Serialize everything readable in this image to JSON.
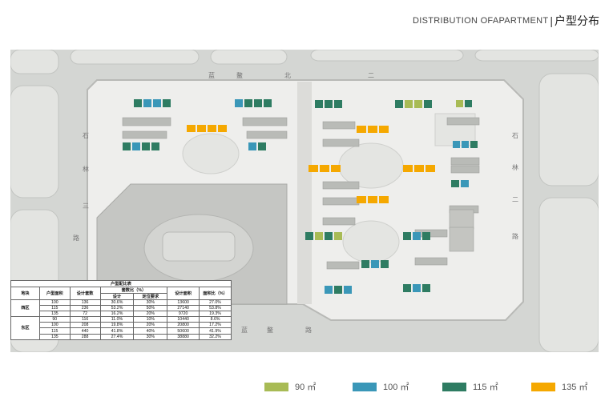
{
  "header": {
    "title_en": "DISTRIBUTION OFAPARTMENT",
    "separator": "|",
    "title_cn": "户型分布"
  },
  "map": {
    "road_labels": [
      "石",
      "林",
      "三",
      "路",
      "蓝",
      "鳌",
      "北",
      "二",
      "石",
      "林",
      "二",
      "路",
      "蓝",
      "鳌",
      "路"
    ],
    "unit_colors": {
      "u90": "#a8bb55",
      "u100": "#3a97b8",
      "u115": "#2e7c62",
      "u135": "#f5a800"
    }
  },
  "table": {
    "caption": "户型配比表",
    "ratio_group": "套数比（%）",
    "headers": {
      "zone": "地块",
      "unit_area": "户型面积",
      "design_count": "设计套数",
      "design_ratio": "设计",
      "target_ratio": "定位要求",
      "design_area": "设计面积",
      "area_ratio": "面积比（%）"
    },
    "zones": [
      {
        "name": "西区",
        "rows": [
          {
            "area": "100",
            "count": "136",
            "design": "30.6%",
            "target": "30%",
            "total": "13600",
            "ratio": "27.0%"
          },
          {
            "area": "115",
            "count": "236",
            "design": "53.2%",
            "target": "50%",
            "total": "27140",
            "ratio": "53.8%"
          },
          {
            "area": "135",
            "count": "72",
            "design": "16.2%",
            "target": "20%",
            "total": "9720",
            "ratio": "19.3%"
          }
        ]
      },
      {
        "name": "东区",
        "rows": [
          {
            "area": "90",
            "count": "116",
            "design": "11.0%",
            "target": "10%",
            "total": "10440",
            "ratio": "8.6%"
          },
          {
            "area": "100",
            "count": "208",
            "design": "19.8%",
            "target": "20%",
            "total": "20800",
            "ratio": "17.2%"
          },
          {
            "area": "115",
            "count": "440",
            "design": "41.8%",
            "target": "40%",
            "total": "50600",
            "ratio": "41.9%"
          },
          {
            "area": "135",
            "count": "288",
            "design": "27.4%",
            "target": "30%",
            "total": "38880",
            "ratio": "32.2%"
          }
        ]
      }
    ]
  },
  "legend": [
    {
      "label": "90 ㎡",
      "color": "#a8bb55"
    },
    {
      "label": "100 ㎡",
      "color": "#3a97b8"
    },
    {
      "label": "115 ㎡",
      "color": "#2e7c62"
    },
    {
      "label": "135 ㎡",
      "color": "#f5a800"
    }
  ]
}
